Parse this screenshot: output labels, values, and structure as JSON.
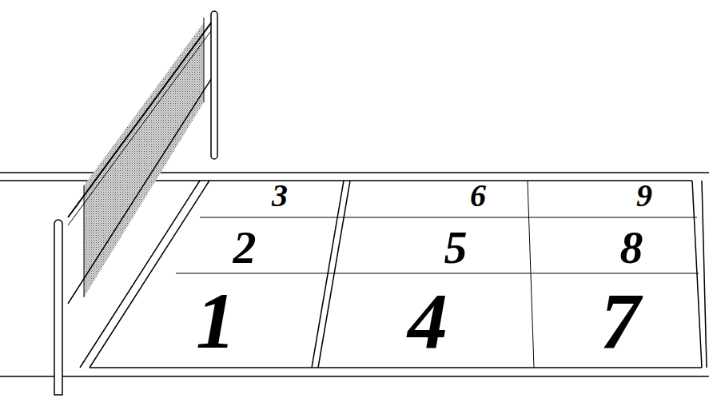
{
  "diagram": {
    "labels": [
      "3",
      "6",
      "9",
      "2",
      "5",
      "8",
      "1",
      "4",
      "7"
    ]
  }
}
